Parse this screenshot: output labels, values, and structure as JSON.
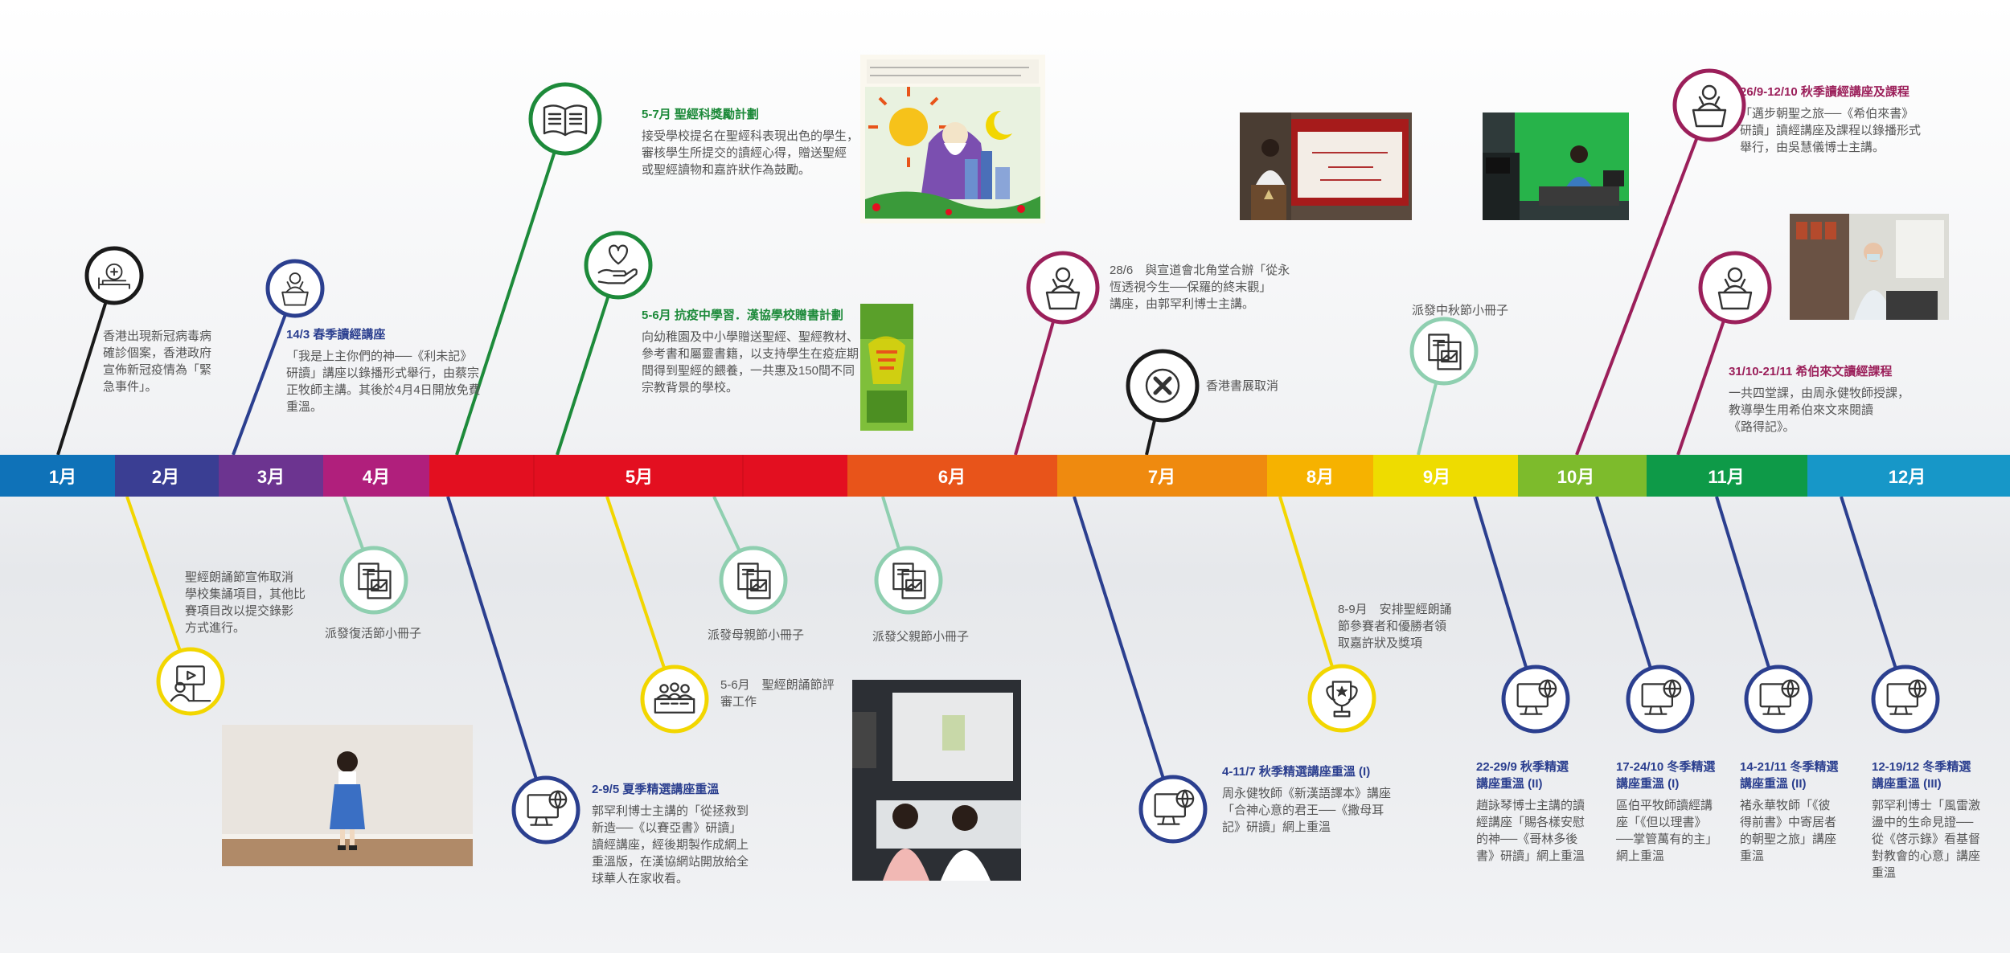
{
  "months": [
    {
      "label": "1月",
      "color": "#0f72b8"
    },
    {
      "label": "2月",
      "color": "#3a3e93"
    },
    {
      "label": "3月",
      "color": "#6c3490"
    },
    {
      "label": "4月",
      "color": "#b01f7c"
    },
    {
      "label": "5月",
      "color": "#e30f20"
    },
    {
      "label": "6月",
      "color": "#e8541a"
    },
    {
      "label": "7月",
      "color": "#ef8a0f"
    },
    {
      "label": "8月",
      "color": "#f6b200"
    },
    {
      "label": "9月",
      "color": "#eedc00"
    },
    {
      "label": "10月",
      "color": "#7dbb2c"
    },
    {
      "label": "11月",
      "color": "#0e9a48"
    },
    {
      "label": "12月",
      "color": "#1797c8"
    }
  ],
  "events": [
    {
      "id": "e1",
      "title": "",
      "body": "香港出現新冠病毒病\n確診個案，香港政府\n宣佈新冠疫情為「緊\n急事件」。",
      "title_color": "#555",
      "icon": "hospital-bed-icon",
      "ring_color": "#1a1a1a"
    },
    {
      "id": "e2",
      "title": "",
      "body": "聖經朗誦節宣佈取消\n學校集誦項目，其他比\n賽項目改以提交錄影\n方式進行。",
      "title_color": "#555",
      "icon": "video-presenter-icon",
      "ring_color": "#f2d600"
    },
    {
      "id": "e3",
      "title": "14/3 春季讀經講座",
      "body": "「我是上主你們的神──《利未記》\n研讀」講座以錄播形式舉行，由蔡宗\n正牧師主講。其後於4月4日開放免費\n重溫。",
      "title_color": "#2b3f8f",
      "icon": "lecturer-icon",
      "ring_color": "#2b3f8f"
    },
    {
      "id": "e4",
      "title": "",
      "body": "派發復活節小冊子",
      "title_color": "#555",
      "icon": "booklet-icon",
      "ring_color": "#8fcfb0"
    },
    {
      "id": "e5",
      "title": "5-7月 聖經科獎勵計劃",
      "body": "接受學校提名在聖經科表現出色的學生，\n審核學生所提交的讀經心得，贈送聖經\n或聖經讀物和嘉許狀作為鼓勵。",
      "title_color": "#1d8a3a",
      "icon": "open-book-icon",
      "ring_color": "#1d8a3a"
    },
    {
      "id": "e6",
      "title": "5-6月 抗疫中學習．漢協學校贈書計劃",
      "body": "向幼稚園及中小學贈送聖經、聖經教材、\n參考書和屬靈書籍，以支持學生在疫症期\n間得到聖經的餵養，一共惠及150間不同\n宗教背景的學校。",
      "title_color": "#1d8a3a",
      "icon": "heart-hand-icon",
      "ring_color": "#1d8a3a"
    },
    {
      "id": "e7",
      "title": "2-9/5 夏季精選講座重溫",
      "body": "郭罕利博士主講的「從拯救到\n新造──《以賽亞書》研讀」\n讀經講座，經後期製作成網上\n重溫版，在漢協網站開放給全\n球華人在家收看。",
      "title_color": "#2b3f8f",
      "icon": "web-monitor-icon",
      "ring_color": "#2b3f8f"
    },
    {
      "id": "e8",
      "title": "",
      "body": "派發母親節小冊子",
      "title_color": "#555",
      "icon": "booklet-icon",
      "ring_color": "#8fcfb0"
    },
    {
      "id": "e9",
      "title": "",
      "body": "5-6月　聖經朗誦節評\n審工作",
      "title_color": "#555",
      "icon": "judges-icon",
      "ring_color": "#f2d600"
    },
    {
      "id": "e10",
      "title": "",
      "body": "派發父親節小冊子",
      "title_color": "#555",
      "icon": "booklet-icon",
      "ring_color": "#8fcfb0"
    },
    {
      "id": "e11",
      "title": "",
      "body": "28/6　與宣道會北角堂合辦「從永\n恆透視今生──保羅的終末觀」\n講座，由郭罕利博士主講。",
      "title_color": "#555",
      "icon": "lecturer-icon",
      "ring_color": "#9b1f5a"
    },
    {
      "id": "e12",
      "title": "",
      "body": "香港書展取消",
      "title_color": "#555",
      "icon": "cancel-icon",
      "ring_color": "#1a1a1a"
    },
    {
      "id": "e13",
      "title": "4-11/7 秋季精選講座重溫 (I)",
      "body": "周永健牧師《新漢語譯本》講座\n「合神心意的君王──《撒母耳\n記》研讀」網上重溫",
      "title_color": "#2b3f8f",
      "icon": "web-monitor-icon",
      "ring_color": "#2b3f8f"
    },
    {
      "id": "e14",
      "title": "",
      "body": "8-9月　安排聖經朗誦\n節參賽者和優勝者領\n取嘉許狀及獎項",
      "title_color": "#555",
      "icon": "trophy-icon",
      "ring_color": "#f2d600"
    },
    {
      "id": "e15",
      "title": "",
      "body": "派發中秋節小冊子",
      "title_color": "#555",
      "icon": "booklet-icon",
      "ring_color": "#8fcfb0"
    },
    {
      "id": "e16",
      "title": "22-29/9 秋季精選\n講座重溫 (II)",
      "body": "趙詠琴博士主講的讀\n經講座「賜各樣安慰\n的神──《哥林多後\n書》研讀」網上重溫",
      "title_color": "#2b3f8f",
      "icon": "web-monitor-icon",
      "ring_color": "#2b3f8f"
    },
    {
      "id": "e17",
      "title": "26/9-12/10 秋季讀經講座及課程",
      "body": "「邁步朝聖之旅──《希伯來書》\n研讀」讀經講座及課程以錄播形式\n舉行，由吳慧儀博士主講。",
      "title_color": "#9b1f5a",
      "icon": "lecturer-icon",
      "ring_color": "#9b1f5a"
    },
    {
      "id": "e18",
      "title": "17-24/10 冬季精選\n講座重溫 (I)",
      "body": "區伯平牧師讀經講\n座「《但以理書》\n──掌管萬有的主」\n網上重溫",
      "title_color": "#2b3f8f",
      "icon": "web-monitor-icon",
      "ring_color": "#2b3f8f"
    },
    {
      "id": "e19",
      "title": "31/10-21/11 希伯來文讀經課程",
      "body": "一共四堂課，由周永健牧師授課，\n教導學生用希伯來文來閱讀\n《路得記》。",
      "title_color": "#9b1f5a",
      "icon": "lecturer-icon",
      "ring_color": "#9b1f5a"
    },
    {
      "id": "e20",
      "title": "14-21/11 冬季精選\n講座重溫 (II)",
      "body": "褚永華牧師「《彼\n得前書》中寄居者\n的朝聖之旅」講座\n重溫",
      "title_color": "#2b3f8f",
      "icon": "web-monitor-icon",
      "ring_color": "#2b3f8f"
    },
    {
      "id": "e21",
      "title": "12-19/12 冬季精選\n講座重溫 (III)",
      "body": "郭罕利博士「風雷激\n盪中的生命見證──\n從《啓示錄》看基督\n對教會的心意」講座\n重溫",
      "title_color": "#2b3f8f",
      "icon": "web-monitor-icon",
      "ring_color": "#2b3f8f"
    }
  ],
  "photos": [
    {
      "id": "p1",
      "name": "student-drawing-photo"
    },
    {
      "id": "p2",
      "name": "bible-book-cover-photo"
    },
    {
      "id": "p3",
      "name": "speaker-presentation-photo"
    },
    {
      "id": "p4",
      "name": "recording-studio-photo"
    },
    {
      "id": "p5",
      "name": "lecturer-classroom-photo"
    },
    {
      "id": "p6",
      "name": "student-reciting-photo"
    },
    {
      "id": "p7",
      "name": "judging-room-photo"
    }
  ]
}
